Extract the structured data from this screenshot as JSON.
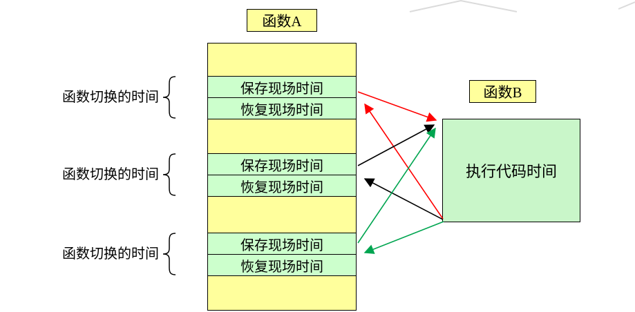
{
  "labels": {
    "function_a": "函数A",
    "function_b": "函数B",
    "execute": "执行代码时间"
  },
  "pairs": [
    {
      "switch_label": "函数切换的时间",
      "save": "保存现场时间",
      "restore": "恢复现场时间"
    },
    {
      "switch_label": "函数切换的时间",
      "save": "保存现场时间",
      "restore": "恢复现场时间"
    },
    {
      "switch_label": "函数切换的时间",
      "save": "保存现场时间",
      "restore": "恢复现场时间"
    }
  ],
  "colors": {
    "yellow_fill": "#FFFF9C",
    "green_fill": "#CCFFCC",
    "green_fill_b": "#C9F6C9",
    "border": "#000000",
    "red_arrow": "#FF0000",
    "black_arrow": "#000000",
    "green_arrow": "#00A550",
    "watermark": "#DBDBDB"
  }
}
